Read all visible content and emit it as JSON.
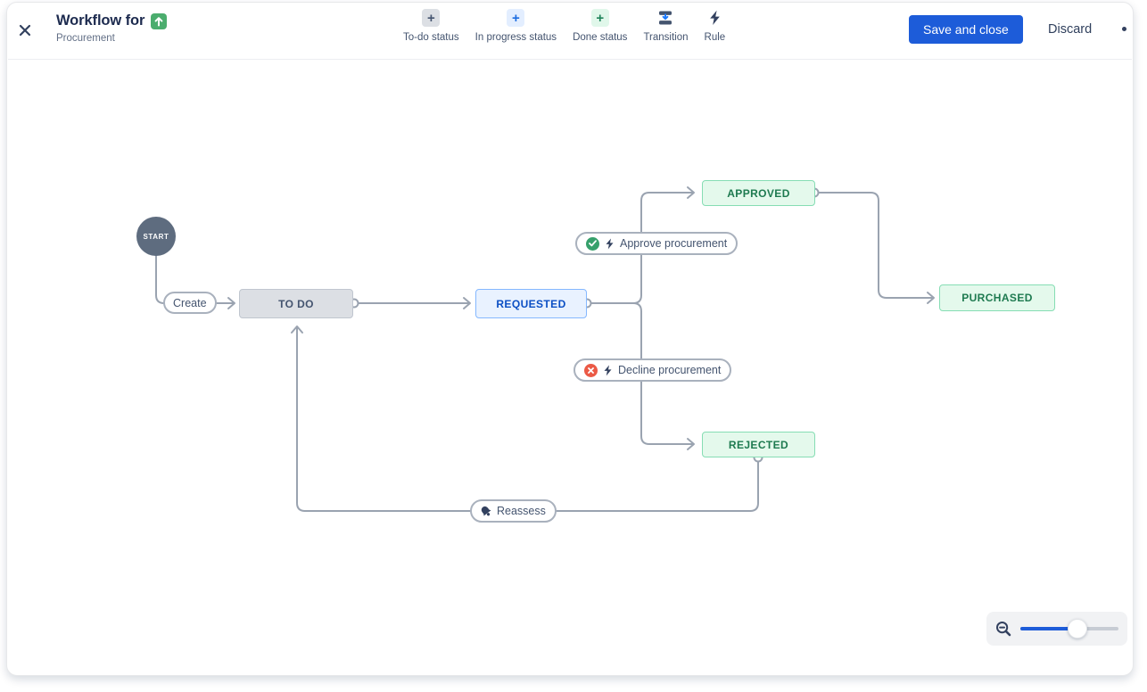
{
  "header": {
    "title": "Workflow for",
    "subtitle": "Procurement",
    "title_icon": "improvement-issue-type-icon",
    "toolbar": {
      "items": [
        {
          "label": "To-do status",
          "icon": "plus-icon",
          "category": "todo"
        },
        {
          "label": "In progress status",
          "icon": "plus-icon",
          "category": "in-progress"
        },
        {
          "label": "Done status",
          "icon": "plus-icon",
          "category": "done"
        },
        {
          "label": "Transition",
          "icon": "transition-icon",
          "category": "transition"
        },
        {
          "label": "Rule",
          "icon": "lightning-bolt-icon",
          "category": "rule"
        }
      ]
    },
    "actions": {
      "save_label": "Save and close",
      "discard_label": "Discard"
    }
  },
  "canvas": {
    "start_label": "START",
    "statuses": [
      {
        "label": "TO DO",
        "category": "todo"
      },
      {
        "label": "REQUESTED",
        "category": "in-progress"
      },
      {
        "label": "APPROVED",
        "category": "done"
      },
      {
        "label": "PURCHASED",
        "category": "done"
      },
      {
        "label": "REJECTED",
        "category": "done"
      }
    ],
    "transitions": [
      {
        "label": "Create",
        "icons": []
      },
      {
        "label": "Approve procurement",
        "icons": [
          "approve-check-icon",
          "lightning-bolt-icon"
        ]
      },
      {
        "label": "Decline procurement",
        "icons": [
          "decline-cross-icon",
          "lightning-bolt-icon"
        ]
      },
      {
        "label": "Reassess",
        "icons": [
          "bell-icon"
        ]
      }
    ]
  },
  "zoom_control": {
    "icon": "zoom-out-icon",
    "slider_percent": 58
  },
  "colors": {
    "primary_blue": "#1D5CD9",
    "todo_gray_bg": "#DCDFE4",
    "inprogress_blue_bg": "#E9F2FF",
    "inprogress_border": "#85B8FF",
    "inprogress_text": "#0B4FC4",
    "done_green_bg": "#E4F9EC",
    "done_green_border": "#86DDB4",
    "done_green_text": "#1E7A50",
    "connector_gray": "#9AA3B0",
    "start_node_bg": "#5E6C7F",
    "approve_green": "#36A06B",
    "decline_red": "#EB5A46"
  }
}
